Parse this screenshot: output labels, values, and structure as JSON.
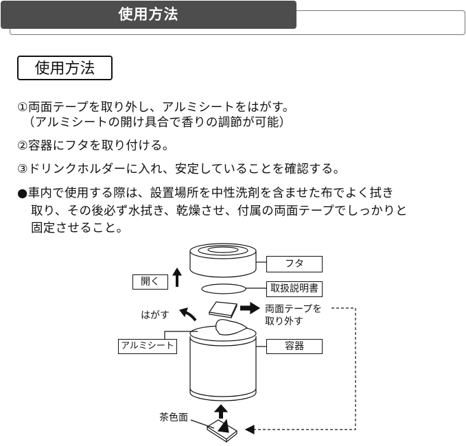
{
  "header": {
    "title": "使用方法"
  },
  "section": {
    "title": "使用方法"
  },
  "instructions": [
    "①両面テープを取り外し、アルミシートをはがす。",
    "（アルミシートの開け具合で香りの調節が可能）",
    "②容器にフタを取り付ける。",
    "③ドリンクホルダーに入れ、安定していることを確認する。",
    "●車内で使用する際は、設置場所を中性洗剤を含ませた布でよく拭き",
    "取り、その後必ず水拭き、乾燥させ、付属の両面テープでしっかりと",
    "固定させること。"
  ],
  "diagram": {
    "lid": "フタ",
    "open": "開く",
    "manual": "取扱説明書",
    "tape_line1": "両面テープを",
    "tape_line2": "取り外す",
    "peel": "はがす",
    "aluminum": "アルミシート",
    "container": "容器",
    "brown_side": "茶色面"
  }
}
